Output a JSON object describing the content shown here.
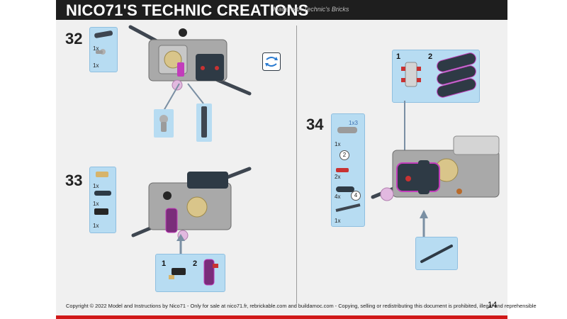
{
  "header": {
    "title": "NICO71'S TECHNIC CREATIONS",
    "subtitle": "Made with Technic's Bricks"
  },
  "steps": [
    {
      "number": "32",
      "parts": [
        "1x",
        "1x"
      ]
    },
    {
      "number": "33",
      "parts": [
        "1x",
        "1x",
        "1x"
      ],
      "callout": [
        "1",
        "2"
      ]
    },
    {
      "number": "34",
      "parts": [
        "1x3",
        "1x",
        "2x",
        "4x",
        "1x"
      ],
      "circles": [
        "2",
        "4"
      ],
      "callout": [
        "1",
        "2"
      ]
    }
  ],
  "footer": {
    "copyright": "Copyright © 2022 Model and Instructions by Nico71 - Only for sale at nico71.fr, rebrickable.com and buildamoc.com - Copying, selling or redistributing this document is prohibited, illegal and reprehensible",
    "page_number": "14"
  },
  "colors": {
    "header_bg": "#1e1e1e",
    "page_bg": "#f0f0f0",
    "callout_bg": "#b7dcf2",
    "accent_red": "#d01818",
    "technic_magenta": "#c23dbb",
    "technic_gray": "#a6a6a6",
    "technic_dark": "#2e3a45"
  },
  "icons": [
    "rotate-model-icon",
    "callout-arrow-icon"
  ]
}
